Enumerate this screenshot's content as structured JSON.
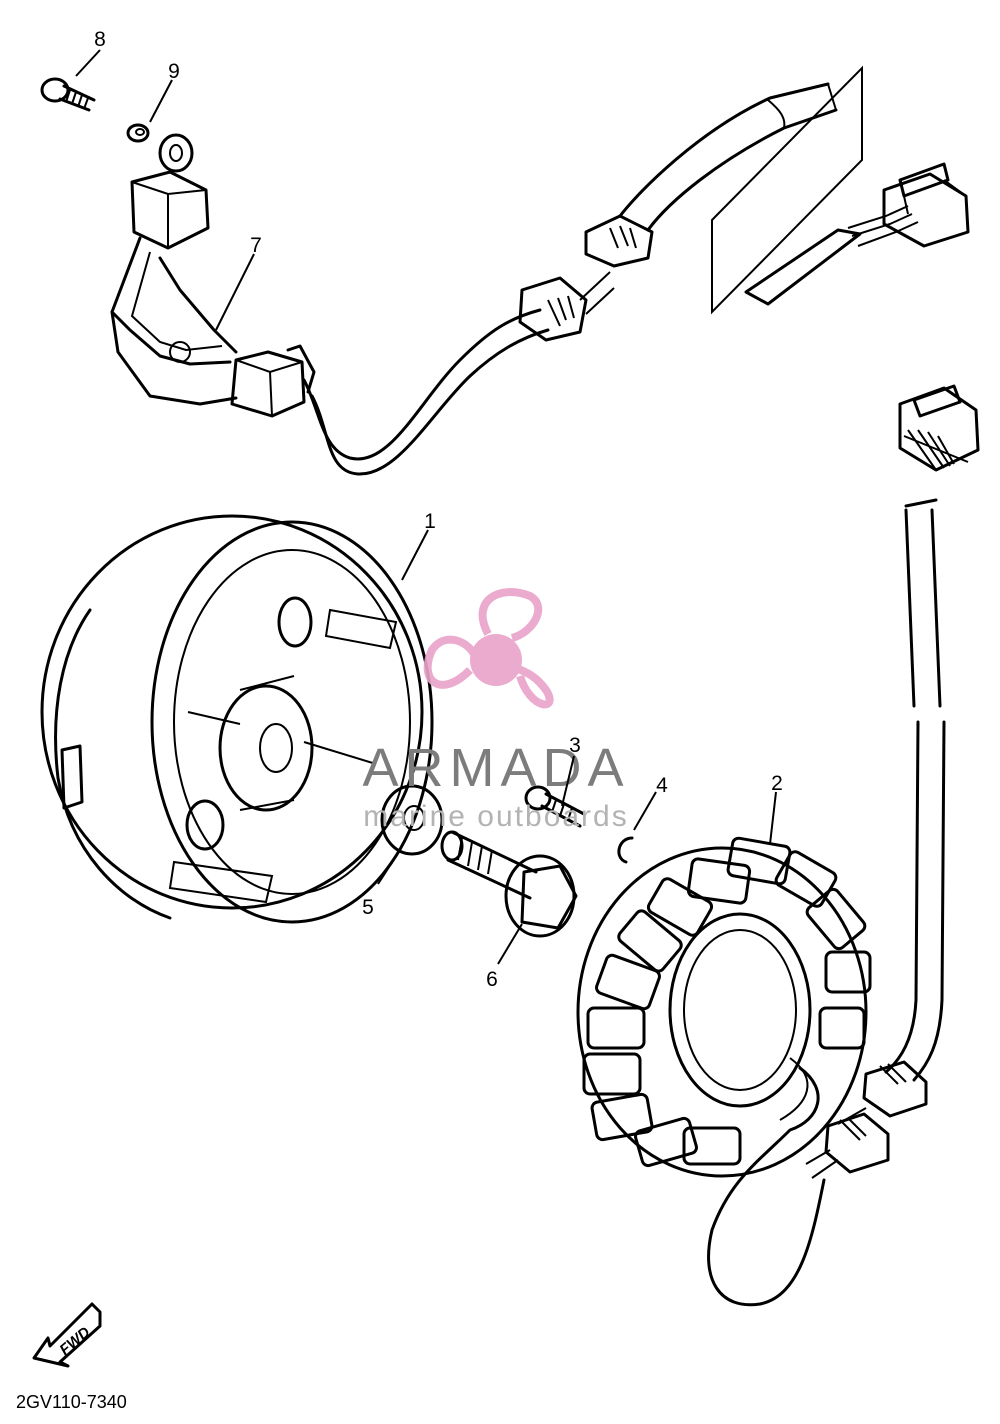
{
  "diagram": {
    "code": "2GV110-7340",
    "fwd_label": "FWD",
    "part_numbers": [
      "1",
      "2",
      "3",
      "4",
      "5",
      "6",
      "7",
      "8",
      "9"
    ]
  },
  "watermark": {
    "brand": "ARMADA",
    "tagline": "marine outboards",
    "color": "#e9a3c9"
  }
}
